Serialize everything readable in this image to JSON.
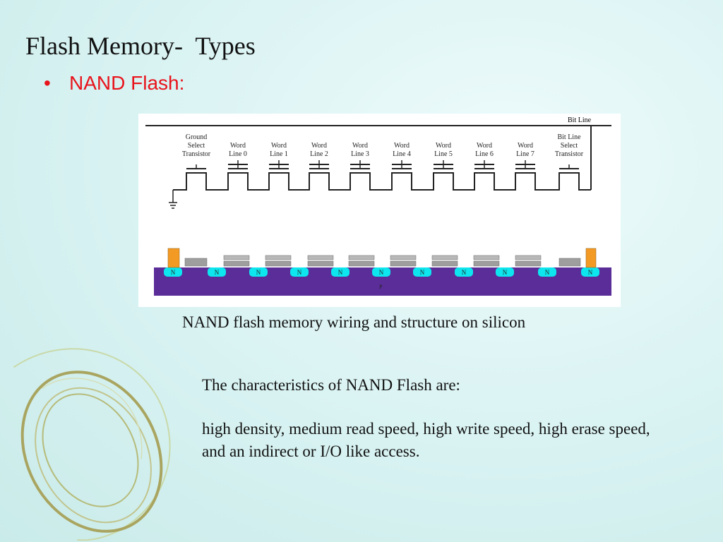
{
  "slide": {
    "title": "Flash Memory-  Types",
    "bullet": "•",
    "subtitle": "NAND Flash:"
  },
  "figure": {
    "bit_line_label": "Bit Line",
    "ground_select": [
      "Ground",
      "Select",
      "Transistor"
    ],
    "word_lines": [
      [
        "Word",
        "Line 0"
      ],
      [
        "Word",
        "Line 1"
      ],
      [
        "Word",
        "Line 2"
      ],
      [
        "Word",
        "Line 3"
      ],
      [
        "Word",
        "Line 4"
      ],
      [
        "Word",
        "Line 5"
      ],
      [
        "Word",
        "Line 6"
      ],
      [
        "Word",
        "Line 7"
      ]
    ],
    "bit_line_select": [
      "Bit Line",
      "Select",
      "Transistor"
    ],
    "n_region_label": "N",
    "p_region_label": "P",
    "colors": {
      "substrate": "#5b2d99",
      "n_well": "#0de6ee",
      "select_gate": "#f39a25",
      "floating_gate": "#9e9e9e",
      "control_gate": "#b8b8b8"
    }
  },
  "caption": "NAND flash memory wiring and structure on silicon",
  "characteristics": {
    "intro": "The characteristics of NAND Flash are:",
    "text": "high density, medium read speed, high write speed, high erase speed, and an indirect or I/O like access."
  }
}
